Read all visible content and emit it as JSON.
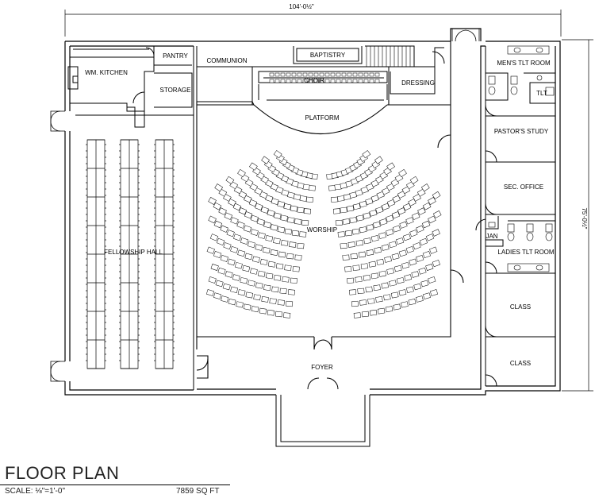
{
  "dimensions": {
    "width": "104'-0½\"",
    "height": "75'-0½\""
  },
  "rooms": {
    "kitchen": "WM. KITCHEN",
    "pantry": "PANTRY",
    "storage": "STORAGE",
    "communion": "COMMUNION",
    "baptistry": "BAPTISTRY",
    "choir": "CHOIR",
    "dressing": "DRESSING",
    "platform": "PLATFORM",
    "worship": "WORSHIP",
    "fellowship": "FELLOWSHIP HALL",
    "mens": "MEN'S TLT ROOM",
    "tlt": "TLT",
    "pastor": "PASTOR'S STUDY",
    "sec": "SEC. OFFICE",
    "jan": "JAN",
    "ladies": "LADIES TLT ROOM",
    "class1": "CLASS",
    "class2": "CLASS",
    "foyer": "FOYER"
  },
  "footer": {
    "title": "FLOOR PLAN",
    "scale": "SCALE: ⅛\"=1'-0\"",
    "area": "7859 SQ FT"
  }
}
